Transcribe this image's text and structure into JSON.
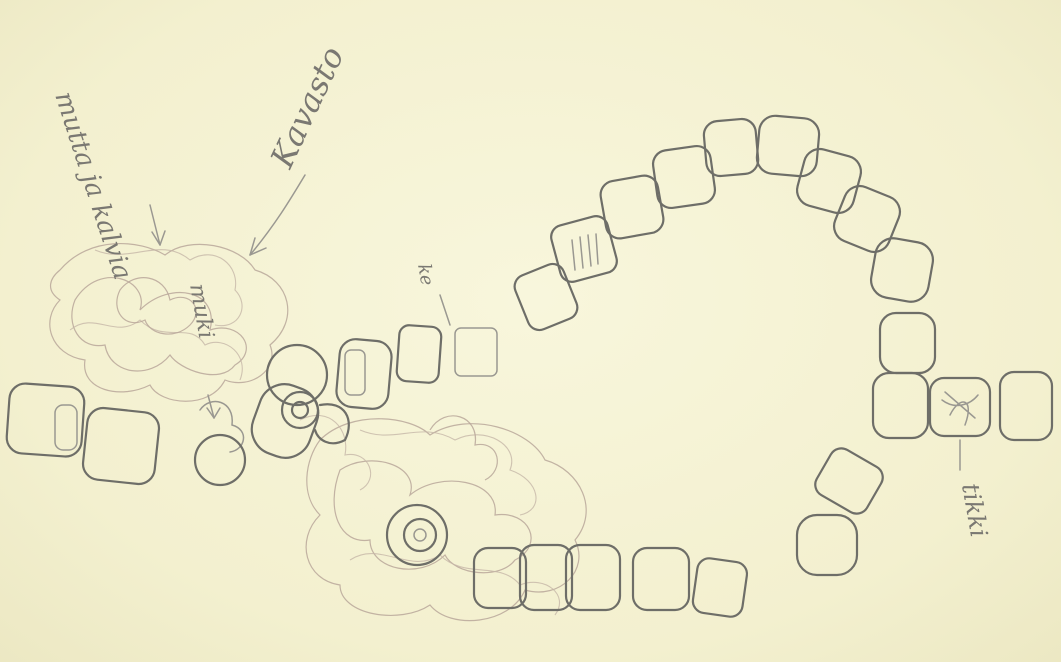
{
  "notes": {
    "mutta_ja_kalvi": "mutta ja kalvia",
    "karasto": "Kavasto",
    "muki": "muki",
    "kesk": "ke",
    "tikki": "tikki"
  }
}
